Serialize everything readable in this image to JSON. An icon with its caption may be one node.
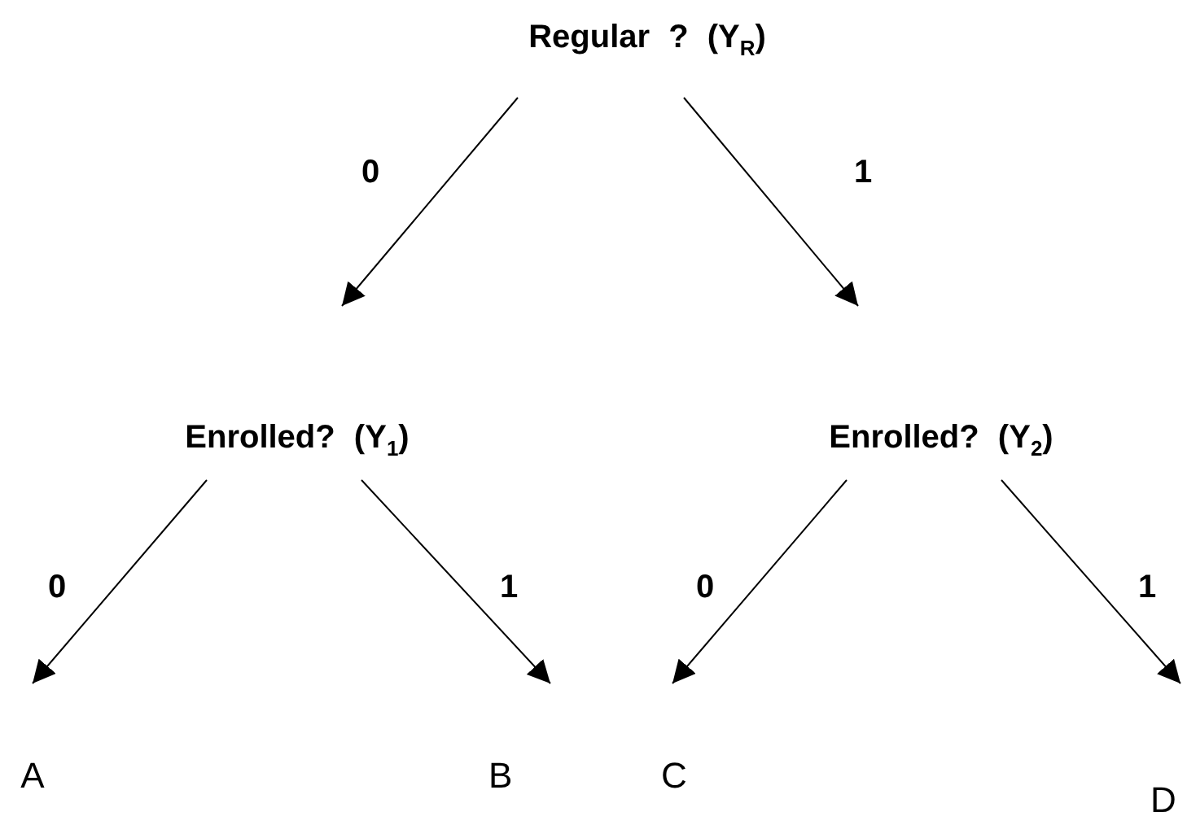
{
  "diagram": {
    "nodes": [
      {
        "text": [
          "Regular ? (Y$_{R}$)"
        ]
      },
      {
        "text": [
          "Enrolled? (Y$_{1}$)"
        ]
      },
      {
        "text": [
          "Enrolled? (Y$_{2}$)"
        ]
      },
      {
        "text": [
          "A"
        ]
      },
      {
        "text": [
          "B"
        ]
      },
      {
        "text": [
          "C"
        ]
      },
      {
        "text": [
          "D"
        ]
      }
    ],
    "edges": [
      {
        "from": 0,
        "to": 1,
        "arrow": "to",
        "label": "0"
      },
      {
        "from": 0,
        "to": 2,
        "arrow": "to",
        "label": "1"
      },
      {
        "from": 1,
        "to": 3,
        "arrow": "to",
        "label": "0"
      },
      {
        "from": 1,
        "to": 4,
        "arrow": "to",
        "label": "1"
      },
      {
        "from": 2,
        "to": 5,
        "arrow": "to",
        "label": "0"
      },
      {
        "from": 2,
        "to": 6,
        "arrow": "to",
        "label": "1"
      }
    ]
  }
}
